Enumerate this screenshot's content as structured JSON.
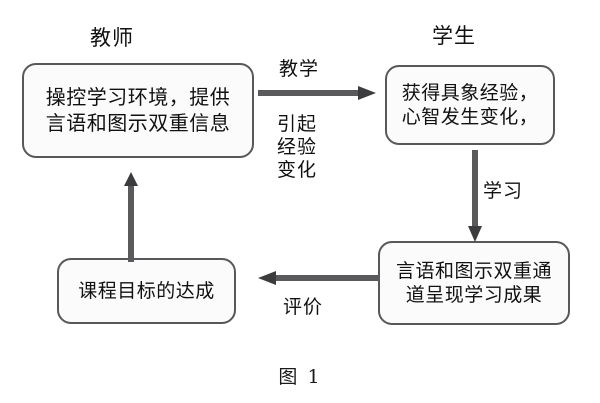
{
  "figure": {
    "caption": "图 1",
    "colors": {
      "background": "#ffffff",
      "box_fill": "#fbfbfb",
      "box_border": "#58585a",
      "arrow_shaft": "#5a5a5c",
      "arrow_head": "#3c3c3e",
      "text": "#111111"
    }
  },
  "roles": {
    "teacher": "教师",
    "student": "学生"
  },
  "nodes": {
    "teacher_box": "操控学习环境，提供\n言语和图示双重信息",
    "student_box": "获得具象经验，\n心智发生变化，",
    "outcome_box": "言语和图示双重通\n道呈现学习成果",
    "goal_box": "课程目标的达成"
  },
  "edges": {
    "teaching": "教学",
    "experience_change": "引起\n经验\n变化",
    "learning": "学习",
    "evaluation": "评价"
  },
  "icons": {
    "arrow_right": "arrow-right-icon",
    "arrow_down": "arrow-down-icon",
    "arrow_left": "arrow-left-icon",
    "arrow_up": "arrow-up-icon"
  }
}
